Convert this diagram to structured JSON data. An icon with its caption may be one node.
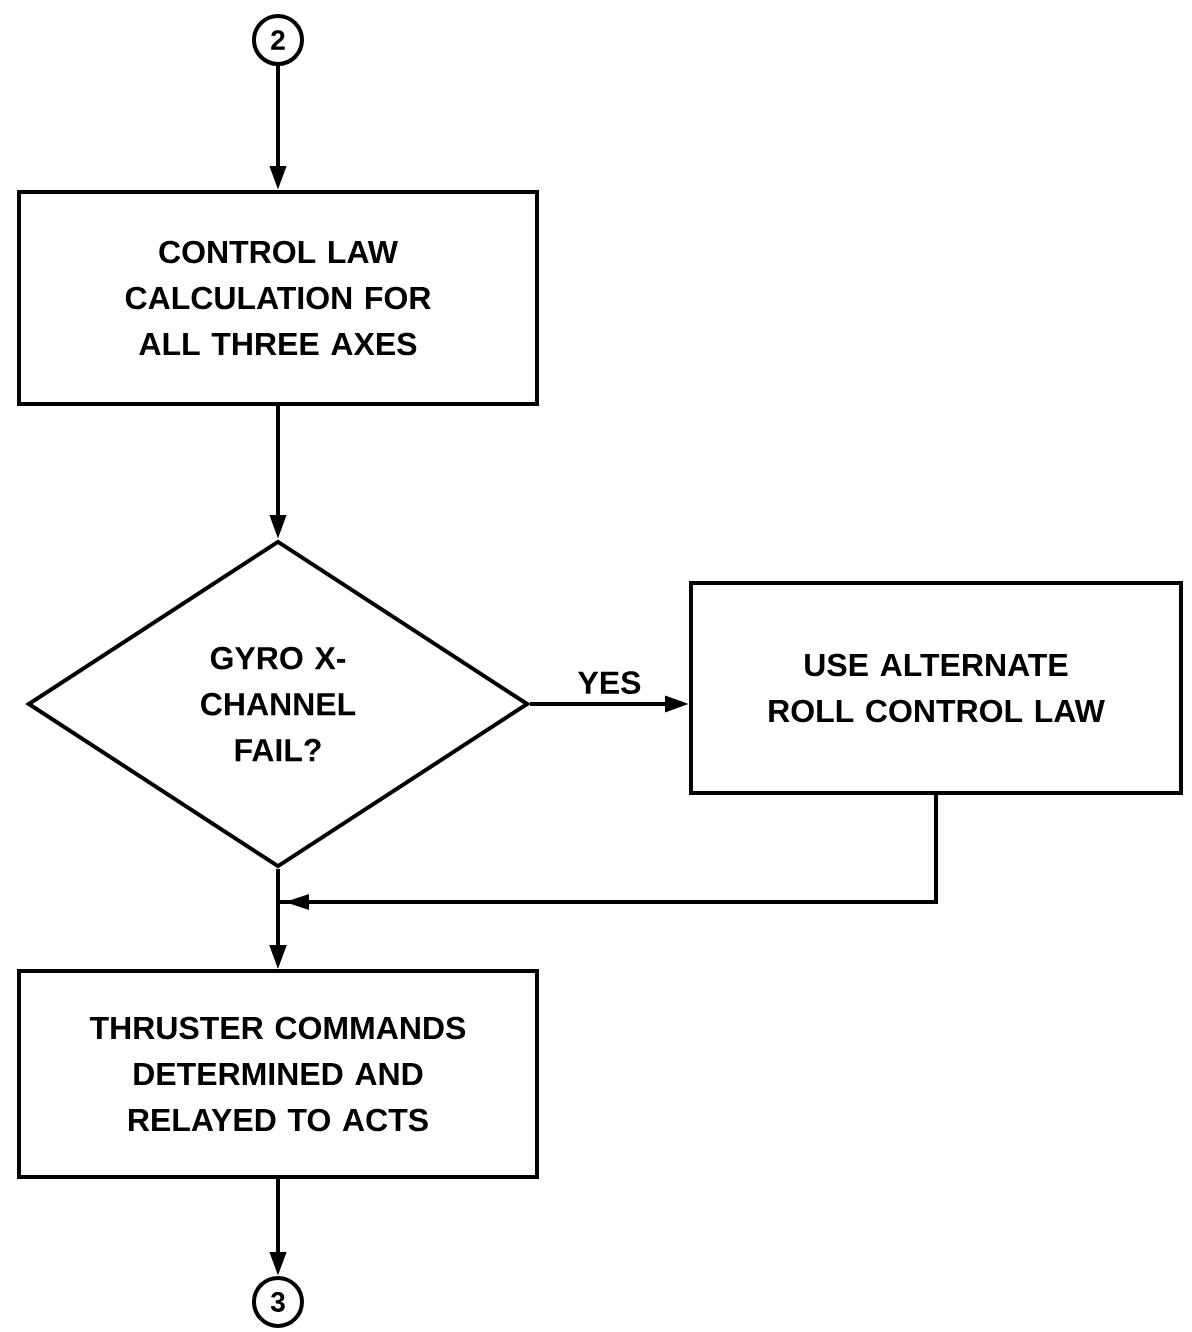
{
  "diagram": {
    "nodes": [
      {
        "text": [
          "2"
        ]
      },
      {
        "text": [
          "CONTROL LAW CALCULATION FOR ALL THREE AXES"
        ]
      },
      {
        "text": [
          "GYRO X-CHANNEL FAIL?"
        ]
      },
      {
        "text": [
          "USE ALTERNATE ROLL CONTROL LAW"
        ]
      },
      {
        "text": [
          "THRUSTER COMMANDS DETERMINED AND RELAYED TO ACTS"
        ]
      },
      {
        "text": [
          "3"
        ]
      }
    ],
    "edges": [
      {
        "from": 0,
        "to": 1,
        "arrow": "to"
      },
      {
        "from": 1,
        "to": 2,
        "arrow": "to"
      },
      {
        "from": 2,
        "to": 3,
        "arrow": "to",
        "label": "YES"
      },
      {
        "from": 2,
        "to": 4,
        "arrow": "to"
      },
      {
        "from": 3,
        "to": 4,
        "arrow": "to"
      },
      {
        "from": 4,
        "to": 5,
        "arrow": "to"
      }
    ]
  }
}
